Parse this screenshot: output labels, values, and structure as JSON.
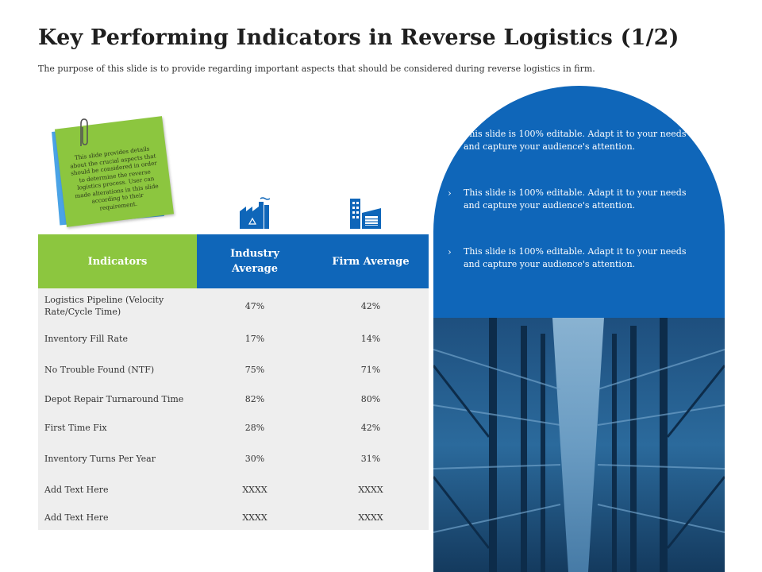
{
  "title": "Key Performing Indicators in Reverse Logistics (1/2)",
  "subtitle": "The purpose of this slide is to provide regarding  important  aspects that should be considered during reverse  logistics in firm.",
  "note": {
    "text": "This slide provides details about the crucial aspects that should be considered in order to determine the reverse logistics process. User can made alterations in this slide according to their requirement."
  },
  "icons": [
    "factory-icon",
    "building-icon"
  ],
  "table": {
    "headers": [
      "Indicators",
      "Industry Average",
      "Firm Average"
    ],
    "rows": [
      {
        "name": "Logistics Pipeline (Velocity Rate/Cycle Time)",
        "industry": "47%",
        "firm": "42%"
      },
      {
        "name": "Inventory  Fill Rate",
        "industry": "17%",
        "firm": "14%"
      },
      {
        "name": "No Trouble Found (NTF)",
        "industry": "75%",
        "firm": "71%"
      },
      {
        "name": "Depot Repair Turnaround Time",
        "industry": "82%",
        "firm": "80%"
      },
      {
        "name": "First Time Fix",
        "industry": "28%",
        "firm": "42%"
      },
      {
        "name": "Inventory  Turns Per Year",
        "industry": "30%",
        "firm": "31%"
      },
      {
        "name": "Add Text Here",
        "industry": "XXXX",
        "firm": "XXXX"
      },
      {
        "name": "Add Text Here",
        "industry": "XXXX",
        "firm": "XXXX"
      }
    ]
  },
  "bullets": [
    "This slide is 100% editable.  Adapt  it to your needs and capture your audience's attention.",
    "This slide is 100% editable.  Adapt  it to your needs and capture your audience's attention.",
    "This slide is 100% editable.  Adapt  it to your needs and capture your audience's attention."
  ],
  "colors": {
    "green": "#8cc63f",
    "blue": "#0f66b9",
    "note_back": "#4aa3e6",
    "table_body": "#eeeeee"
  }
}
